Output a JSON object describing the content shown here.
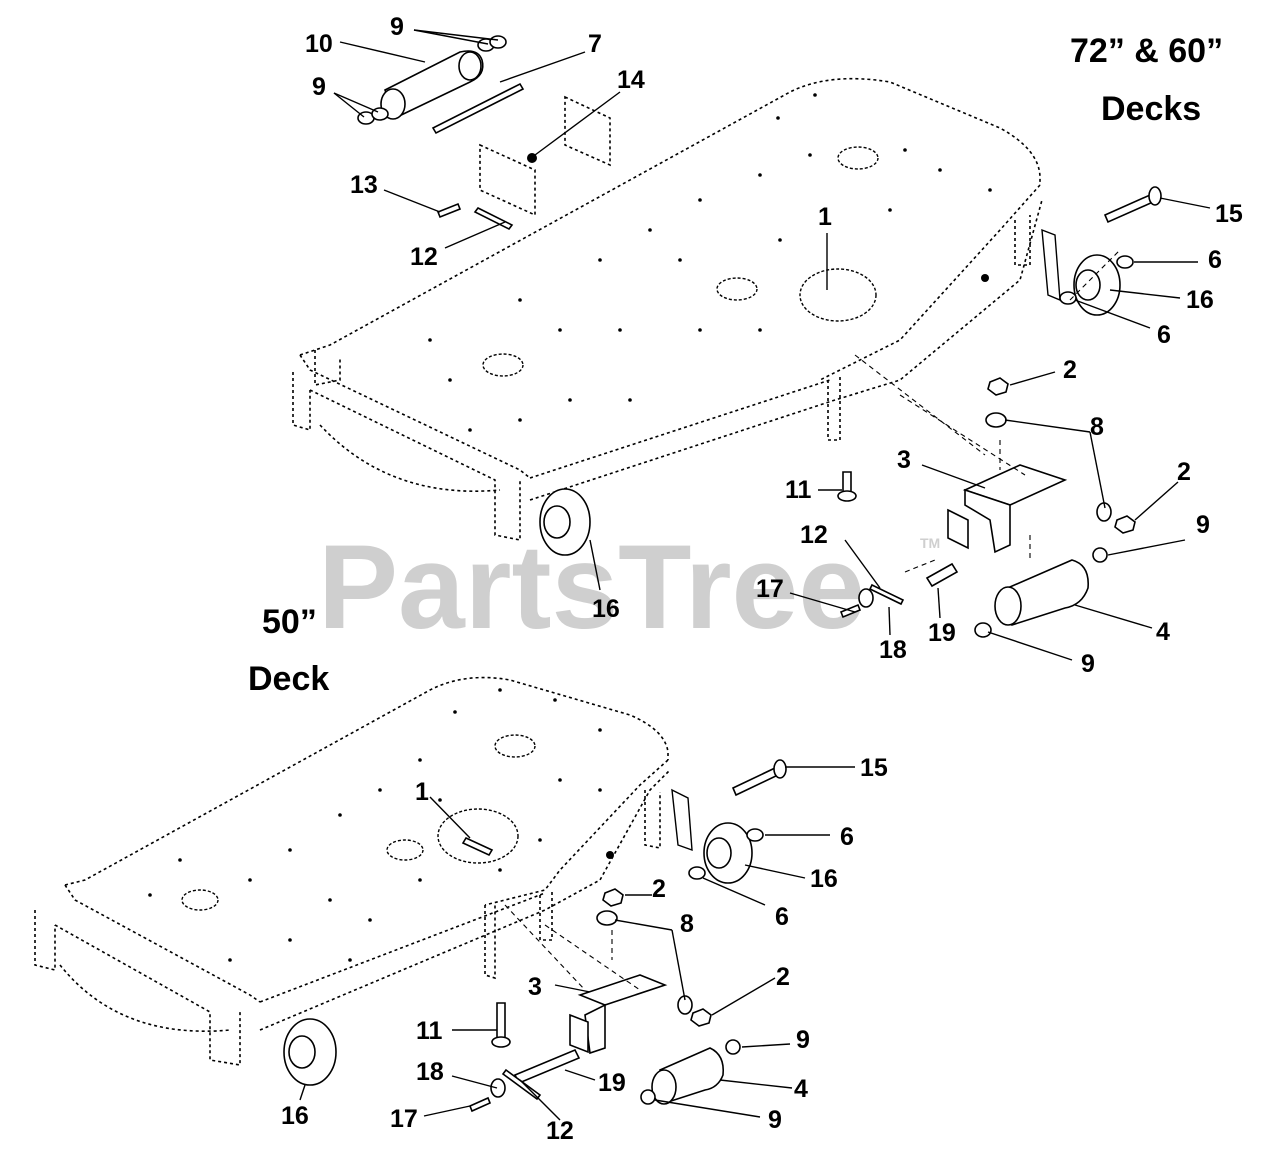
{
  "titles": {
    "upper_line1": "72” & 60”",
    "upper_line2": "Decks",
    "lower_line1": "50”",
    "lower_line2": "Deck"
  },
  "watermark": {
    "text": "PartsTree",
    "tm": "TM"
  },
  "callouts_upper": [
    {
      "id": "u-9a",
      "label": "9"
    },
    {
      "id": "u-10",
      "label": "10"
    },
    {
      "id": "u-7",
      "label": "7"
    },
    {
      "id": "u-9b",
      "label": "9"
    },
    {
      "id": "u-14",
      "label": "14"
    },
    {
      "id": "u-13",
      "label": "13"
    },
    {
      "id": "u-12a",
      "label": "12"
    },
    {
      "id": "u-1",
      "label": "1"
    },
    {
      "id": "u-15",
      "label": "15"
    },
    {
      "id": "u-6a",
      "label": "6"
    },
    {
      "id": "u-16a",
      "label": "16"
    },
    {
      "id": "u-6b",
      "label": "6"
    },
    {
      "id": "u-2a",
      "label": "2"
    },
    {
      "id": "u-8",
      "label": "8"
    },
    {
      "id": "u-3",
      "label": "3"
    },
    {
      "id": "u-2b",
      "label": "2"
    },
    {
      "id": "u-11",
      "label": "11"
    },
    {
      "id": "u-9c",
      "label": "9"
    },
    {
      "id": "u-12b",
      "label": "12"
    },
    {
      "id": "u-17",
      "label": "17"
    },
    {
      "id": "u-16b",
      "label": "16"
    },
    {
      "id": "u-18",
      "label": "18"
    },
    {
      "id": "u-19",
      "label": "19"
    },
    {
      "id": "u-4",
      "label": "4"
    },
    {
      "id": "u-9d",
      "label": "9"
    }
  ],
  "callouts_lower": [
    {
      "id": "l-15",
      "label": "15"
    },
    {
      "id": "l-1",
      "label": "1"
    },
    {
      "id": "l-6a",
      "label": "6"
    },
    {
      "id": "l-16a",
      "label": "16"
    },
    {
      "id": "l-2a",
      "label": "2"
    },
    {
      "id": "l-6b",
      "label": "6"
    },
    {
      "id": "l-8",
      "label": "8"
    },
    {
      "id": "l-3",
      "label": "3"
    },
    {
      "id": "l-2b",
      "label": "2"
    },
    {
      "id": "l-11",
      "label": "11"
    },
    {
      "id": "l-9a",
      "label": "9"
    },
    {
      "id": "l-18",
      "label": "18"
    },
    {
      "id": "l-19",
      "label": "19"
    },
    {
      "id": "l-4",
      "label": "4"
    },
    {
      "id": "l-16b",
      "label": "16"
    },
    {
      "id": "l-17",
      "label": "17"
    },
    {
      "id": "l-12",
      "label": "12"
    },
    {
      "id": "l-9b",
      "label": "9"
    }
  ]
}
